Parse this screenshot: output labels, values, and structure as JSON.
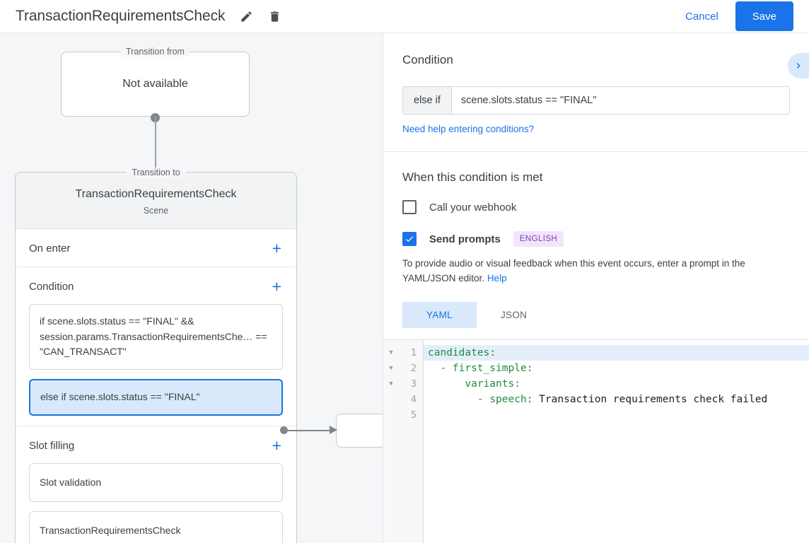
{
  "topbar": {
    "title": "TransactionRequirementsCheck",
    "edit_icon": "pencil-icon",
    "delete_icon": "trash-icon",
    "cancel_label": "Cancel",
    "save_label": "Save",
    "accent_color": "#1a73e8"
  },
  "canvas": {
    "transition_from": {
      "legend": "Transition from",
      "body": "Not available"
    },
    "transition_to": {
      "legend": "Transition to",
      "title": "TransactionRequirementsCheck",
      "subtitle": "Scene"
    },
    "sections": [
      {
        "title": "On enter",
        "add_label": "+",
        "items": []
      },
      {
        "title": "Condition",
        "add_label": "+",
        "items": [
          {
            "text": "if scene.slots.status == \"FINAL\" && session.params.TransactionRequirementsChe… == \"CAN_TRANSACT\"",
            "selected": false
          },
          {
            "text": "else if scene.slots.status == \"FINAL\"",
            "selected": true
          }
        ]
      },
      {
        "title": "Slot filling",
        "add_label": "+",
        "items": [
          {
            "text": "Slot validation",
            "selected": false
          },
          {
            "text": "TransactionRequirementsCheck",
            "selected": false
          }
        ]
      }
    ]
  },
  "panel": {
    "expand_icon": "chevron-right-icon",
    "condition": {
      "heading": "Condition",
      "prefix": "else if",
      "value": "scene.slots.status == \"FINAL\"",
      "help_link": "Need help entering conditions?"
    },
    "when_met": {
      "heading": "When this condition is met",
      "webhook": {
        "label": "Call your webhook",
        "checked": false
      },
      "prompts": {
        "label": "Send prompts",
        "checked": true,
        "badge": "ENGLISH",
        "badge_bg": "#f3e5fd",
        "badge_color": "#7b3fb8"
      },
      "hint_text": "To provide audio or visual feedback when this event occurs, enter a prompt in the YAML/JSON editor.",
      "hint_link": "Help"
    },
    "editor": {
      "tabs": [
        {
          "label": "YAML",
          "active": true
        },
        {
          "label": "JSON",
          "active": false
        }
      ],
      "lines": [
        {
          "num": "1",
          "fold": true,
          "highlight": true,
          "key": "candidates",
          "colon": ":",
          "indent": "",
          "dash": "",
          "value": ""
        },
        {
          "num": "2",
          "fold": true,
          "highlight": false,
          "key": "first_simple",
          "colon": ":",
          "indent": "  ",
          "dash": "- ",
          "value": ""
        },
        {
          "num": "3",
          "fold": true,
          "highlight": false,
          "key": "variants",
          "colon": ":",
          "indent": "      ",
          "dash": "",
          "value": ""
        },
        {
          "num": "4",
          "fold": false,
          "highlight": false,
          "key": "speech",
          "colon": ":",
          "indent": "        ",
          "dash": "- ",
          "value": " Transaction requirements check failed"
        },
        {
          "num": "5",
          "fold": false,
          "highlight": false,
          "key": "",
          "colon": "",
          "indent": "",
          "dash": "",
          "value": ""
        }
      ]
    }
  }
}
